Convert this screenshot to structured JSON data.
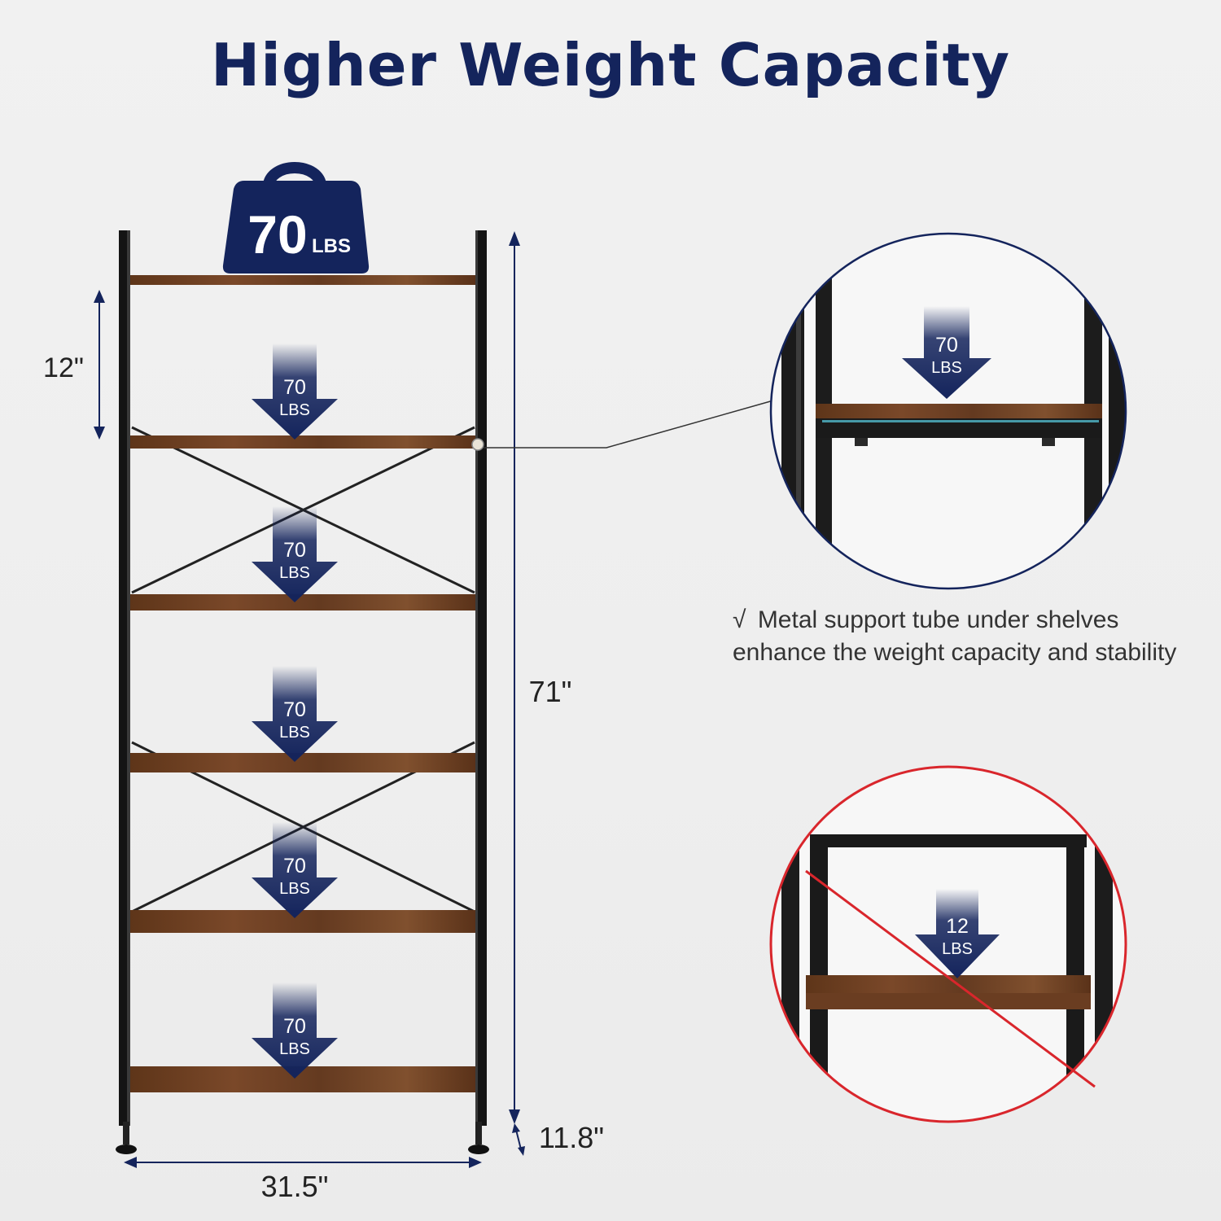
{
  "title": "Higher Weight Capacity",
  "top_weight": {
    "value": "70",
    "unit": "LBS"
  },
  "shelf_loads": [
    {
      "value": "70",
      "unit": "LBS"
    },
    {
      "value": "70",
      "unit": "LBS"
    },
    {
      "value": "70",
      "unit": "LBS"
    },
    {
      "value": "70",
      "unit": "LBS"
    },
    {
      "value": "70",
      "unit": "LBS"
    }
  ],
  "dimensions": {
    "shelf_spacing": "12\"",
    "height": "71\"",
    "leg_height": "11.8\"",
    "width": "31.5\""
  },
  "detail_good": {
    "value": "70",
    "unit": "LBS"
  },
  "detail_bad": {
    "value": "12",
    "unit": "LBS"
  },
  "feature": {
    "check": "√",
    "text": "Metal support tube under shelves enhance  the weight capacity  and stability"
  },
  "colors": {
    "navy": "#14245c",
    "wood": "#6e3f22",
    "frame": "#151515",
    "red": "#d9262c"
  }
}
